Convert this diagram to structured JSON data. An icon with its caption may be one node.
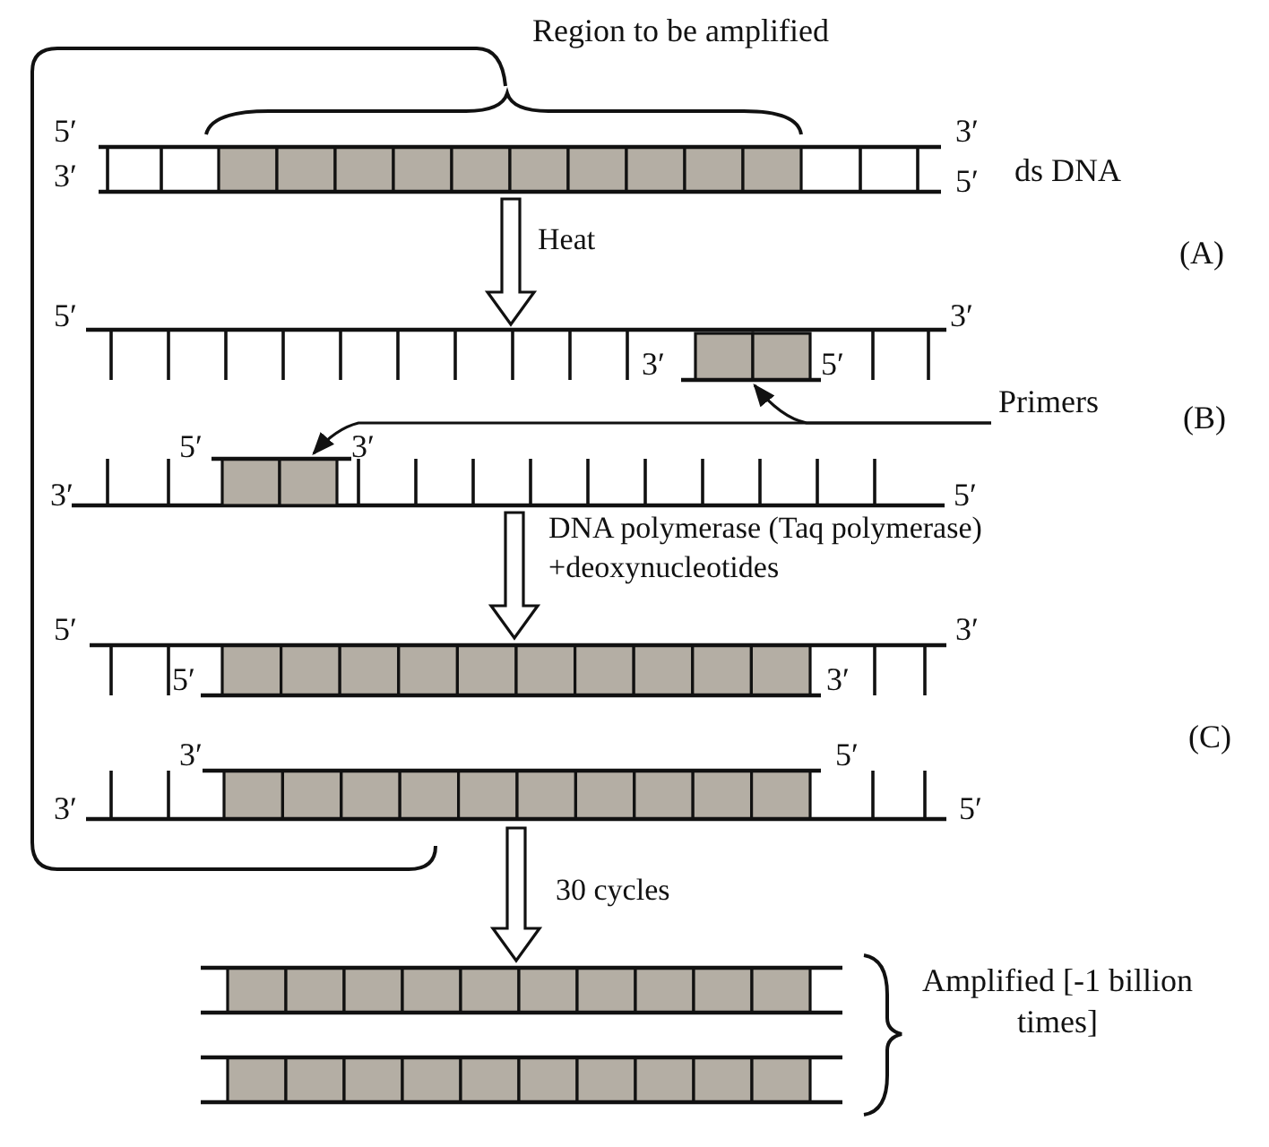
{
  "diagram": {
    "nodes": [
      {
        "text": [],
        "shape": "bar",
        "beside": [
          "5′",
          "3′",
          "ds DNA",
          "3′",
          "5′"
        ]
      },
      {
        "text": [],
        "shape": "bar",
        "beside": [
          "5′",
          "3′"
        ]
      },
      {
        "text": [],
        "shape": "bar",
        "beside": [
          "3′",
          "5′"
        ],
        "in": 1
      },
      {
        "text": [],
        "shape": "bar",
        "beside": [
          "3′",
          "5′"
        ]
      },
      {
        "text": [],
        "shape": "bar",
        "beside": [
          "5′",
          "3′"
        ],
        "in": 3
      },
      {
        "text": [
          "Primers"
        ]
      },
      {
        "text": [
          "5′",
          "3′"
        ],
        "beside": [
          "5′",
          "3′"
        ]
      },
      {
        "text": [],
        "shape": "bar",
        "beside": [
          "3′",
          "5′",
          "3′",
          "5′"
        ]
      },
      {
        "text": [],
        "shape": "bar"
      },
      {
        "text": [],
        "shape": "bar"
      }
    ],
    "edges": [
      {
        "from": 0,
        "to": 1,
        "arrow": "to",
        "label": "Heat"
      },
      {
        "from": 5,
        "to": 2,
        "arrow": "to"
      },
      {
        "from": 5,
        "to": 4,
        "arrow": "to"
      },
      {
        "from": 3,
        "to": 6,
        "arrow": "to",
        "label": "DNA polymerase (Taq polymerase) +deoxynucleotides"
      },
      {
        "from": 7,
        "to": 8,
        "arrow": "to",
        "label": "30 cycles"
      }
    ],
    "labels": [
      "Region to be amplified",
      "(A)",
      "(B)",
      "(C)",
      "Amplified [-1 billion times]"
    ]
  }
}
